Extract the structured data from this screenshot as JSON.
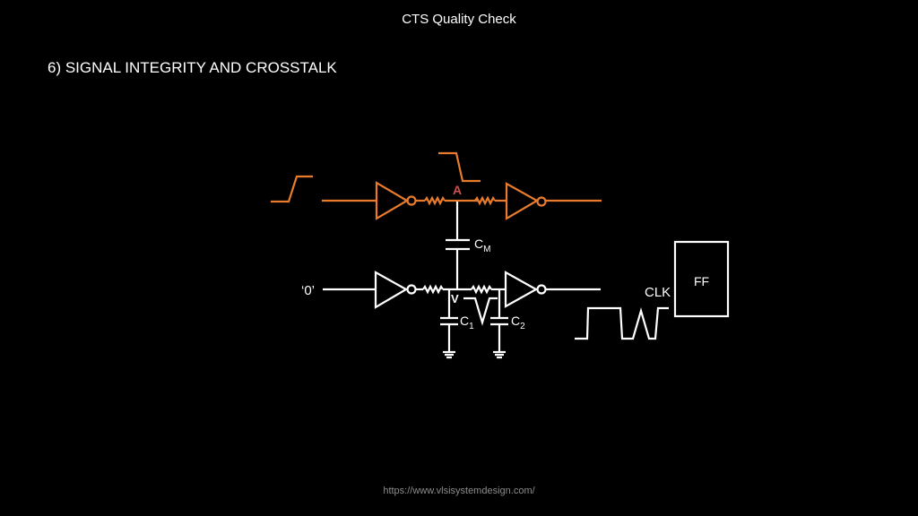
{
  "slide": {
    "title": "CTS Quality Check",
    "heading": "6) SIGNAL INTEGRITY AND CROSSTALK",
    "footer_url": "https://www.vlsisystemdesign.com/"
  },
  "colors": {
    "aggressor": "#e87c2c",
    "victim": "#ffffff",
    "node_a_label": "#d0504a",
    "background": "#000000"
  },
  "diagram": {
    "aggressor_net": {
      "node_label": "A",
      "input_waveform": "rising-edge",
      "node_waveform": "falling-edge"
    },
    "victim_net": {
      "input_label": "‘0’",
      "node_label": "V",
      "node_waveform": "glitch"
    },
    "capacitors": {
      "coupling": {
        "label": "C",
        "subscript": "M"
      },
      "c1": {
        "label": "C",
        "subscript": "1"
      },
      "c2": {
        "label": "C",
        "subscript": "2"
      }
    },
    "clock": {
      "label": "CLK",
      "waveform": "clock-with-glitch"
    },
    "flipflop": {
      "label": "FF"
    }
  }
}
